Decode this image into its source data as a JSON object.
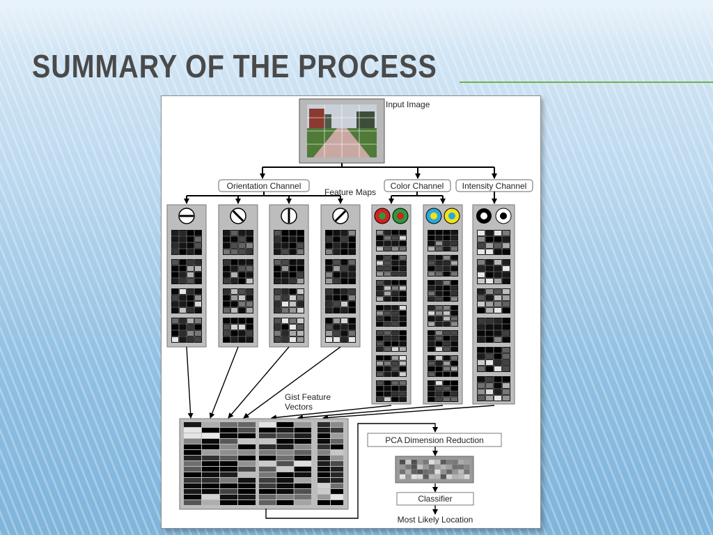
{
  "slide": {
    "title": "SUMMARY OF THE PROCESS"
  },
  "figure": {
    "input_image_label": "Input Image",
    "orientation_channel_label": "Orientation Channel",
    "color_channel_label": "Color Channel",
    "intensity_channel_label": "Intensity Channel",
    "feature_maps_label": "Feature Maps",
    "gist_label_line1": "Gist Feature",
    "gist_label_line2": "Vectors",
    "pca_label": "PCA Dimension Reduction",
    "classifier_label": "Classifier",
    "output_label": "Most Likely Location",
    "colors": {
      "red": "#d42020",
      "green": "#2a9a3a",
      "cyan": "#2aa8d8",
      "yellow": "#f2e21a",
      "title_rule": "#6cb44a"
    }
  }
}
